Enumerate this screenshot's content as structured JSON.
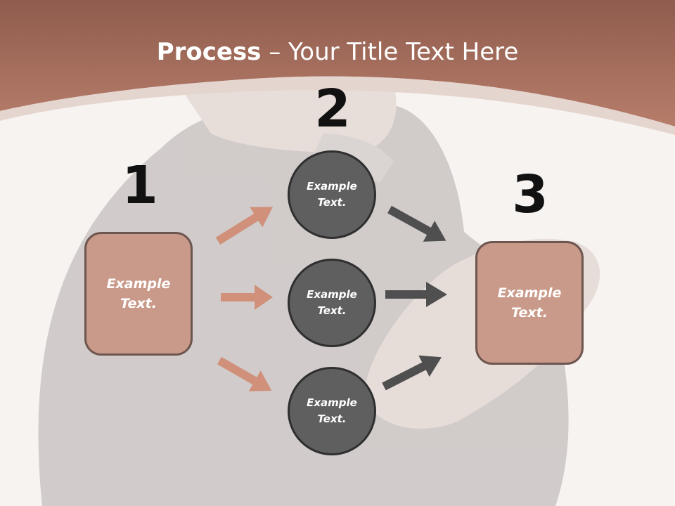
{
  "slide": {
    "title_bold": "Process",
    "title_rest": " – Your Title Text Here",
    "numbers": [
      "1",
      "2",
      "3"
    ],
    "left_box": "Example\nText.",
    "right_box": "Example\nText.",
    "circles": [
      "Example\nText.",
      "Example\nText.",
      "Example\nText."
    ]
  },
  "colors": {
    "header": "#a8705f",
    "box_fill": "#c99a8a",
    "box_border": "#6d5550",
    "circle_fill": "#5f5f5f",
    "orange_arrow": "#d08a72",
    "dark_arrow": "#4f4f4f"
  }
}
